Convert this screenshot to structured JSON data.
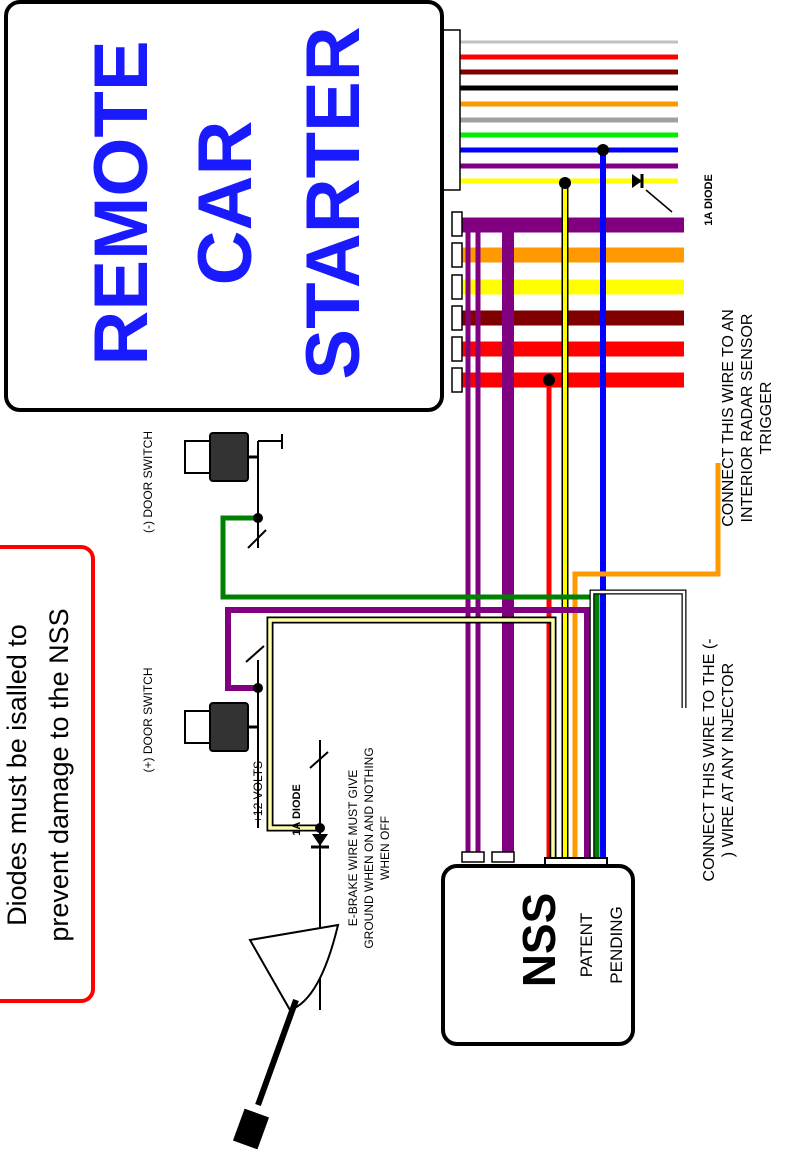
{
  "starter": {
    "line1": "REMOTE",
    "line2": "CAR",
    "line3": "STARTER"
  },
  "nss": {
    "name": "NSS",
    "patent1": "PATENT",
    "patent2": "PENDING"
  },
  "note": {
    "line1": "Diodes must be isalled to",
    "line2": "prevent damage to the NSS"
  },
  "labels": {
    "diode_top": "1A DIODE",
    "diode_left": "1A DIODE",
    "plus12": "+12 VOLTS",
    "neg_door": "(-) DOOR SWITCH",
    "pos_door": "(+) DOOR SWITCH",
    "radar1": "CONNECT THIS WIRE TO AN",
    "radar2": "INTERIOR RADAR SENSOR",
    "radar3": "TRIGGER",
    "injector1": "CONNECT THIS WIRE TO THE (-",
    "injector2": ") WIRE AT ANY INJECTOR",
    "ebrake1": "E-BRAKE WIRE MUST GIVE",
    "ebrake2": "GROUND WHEN ON AND NOTHING",
    "ebrake3": "WHEN OFF"
  },
  "colors": {
    "starter_text": "#1a1aff",
    "note_border": "#ff0000",
    "purple": "#800080",
    "green": "#008000",
    "orange": "#ff9900",
    "yellow": "#ffff00",
    "maroon": "#800000",
    "red": "#ff0000",
    "blue": "#0000ff",
    "gray": "#a0a0a0",
    "lime": "#00ff00"
  }
}
